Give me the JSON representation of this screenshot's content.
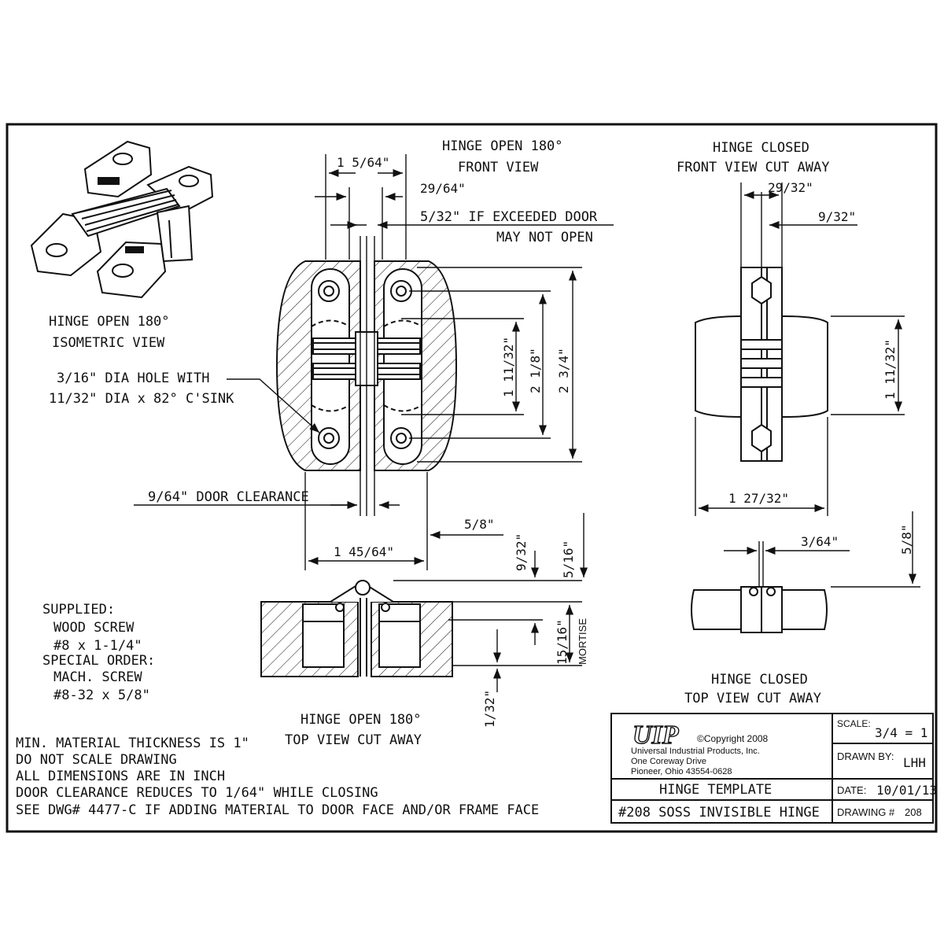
{
  "views": {
    "iso_title_1": "HINGE OPEN 180°",
    "iso_title_2": "ISOMETRIC VIEW",
    "front_title_1": "HINGE OPEN 180°",
    "front_title_2": "FRONT VIEW",
    "closed_front_title_1": "HINGE CLOSED",
    "closed_front_title_2": "FRONT VIEW CUT AWAY",
    "top_open_title_1": "HINGE OPEN 180°",
    "top_open_title_2": "TOP VIEW CUT AWAY",
    "closed_top_title_1": "HINGE CLOSED",
    "closed_top_title_2": "TOP VIEW CUT AWAY"
  },
  "dimensions": {
    "d_1_5_64": "1 5/64\"",
    "d_29_64": "29/64\"",
    "d_5_32_note_1": "5/32\" IF EXCEEDED DOOR",
    "d_5_32_note_2": "MAY NOT OPEN",
    "d_1_11_32": "1 11/32\"",
    "d_2_1_8": "2 1/8\"",
    "d_2_3_4": "2 3/4\"",
    "hole_note_1": "3/16\" DIA HOLE WITH",
    "hole_note_2": "11/32\" DIA x 82° C'SINK",
    "door_clearance": "9/64\" DOOR CLEARANCE",
    "d_5_8_bottom": "5/8\"",
    "d_1_45_64": "1 45/64\"",
    "d_9_32_top": "9/32\"",
    "d_5_16": "5/16\"",
    "d_15_16": "15/16\"",
    "mortise": "MORTISE",
    "d_1_32": "1/32\"",
    "d_29_32": "29/32\"",
    "d_9_32_right": "9/32\"",
    "d_1_11_32_right": "1 11/32\"",
    "d_1_27_32": "1 27/32\"",
    "d_3_64": "3/64\"",
    "d_5_8_right": "5/8\""
  },
  "supplied": {
    "l1": "SUPPLIED:",
    "l2": "WOOD SCREW",
    "l3": "#8 x 1-1/4\"",
    "l4": "SPECIAL ORDER:",
    "l5": "MACH. SCREW",
    "l6": "#8-32 x 5/8\""
  },
  "notes": [
    "MIN. MATERIAL THICKNESS IS 1\"",
    "DO NOT SCALE DRAWING",
    "ALL DIMENSIONS ARE IN INCH",
    "DOOR CLEARANCE REDUCES TO 1/64\" WHILE CLOSING",
    "SEE DWG# 4477-C IF ADDING MATERIAL TO DOOR FACE AND/OR FRAME FACE"
  ],
  "title_block": {
    "logo": "UIP",
    "copyright": "©Copyright 2008",
    "company": "Universal Industrial Products, Inc.",
    "address_1": "One Coreway Drive",
    "address_2": "Pioneer, Ohio  43554-0628",
    "scale_label": "SCALE:",
    "scale_value": "3/4 = 1",
    "drawn_label": "DRAWN BY:",
    "drawn_value": "LHH",
    "date_label": "DATE:",
    "date_value": "10/01/13",
    "drawing_label": "DRAWING #",
    "drawing_value": "208",
    "template_name": "HINGE TEMPLATE",
    "product_name": "#208 SOSS INVISIBLE HINGE"
  }
}
